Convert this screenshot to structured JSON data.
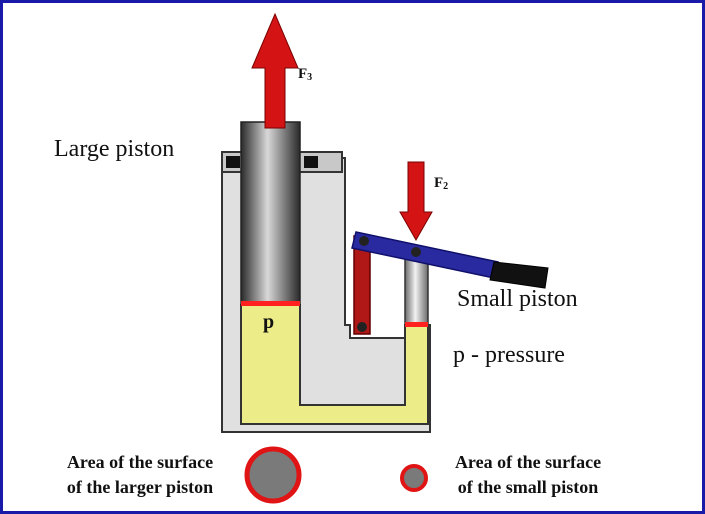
{
  "labels": {
    "large_piston": "Large piston",
    "small_piston": "Small piston",
    "pressure_legend": "p - pressure",
    "pressure_symbol": "p"
  },
  "forces": {
    "f3": {
      "symbol": "F",
      "subscript": "3"
    },
    "f2": {
      "symbol": "F",
      "subscript": "2"
    }
  },
  "areas": {
    "large": {
      "line1": "Area of the surface",
      "line2": "of the larger piston"
    },
    "small": {
      "line1": "Area of the surface",
      "line2": "of the small piston"
    }
  },
  "colors": {
    "frame": "#1a1aa8",
    "fluid": "#ecec88",
    "housing": "#e0e0e0",
    "outline": "#333333",
    "force_arrow": "#d41414",
    "lever": "#2a2aa0",
    "lever_link": "#b01818",
    "pressure_line": "#ff2020",
    "area_disc": "#7a7a7a",
    "area_ring": "#e01414",
    "handle": "#111111"
  }
}
